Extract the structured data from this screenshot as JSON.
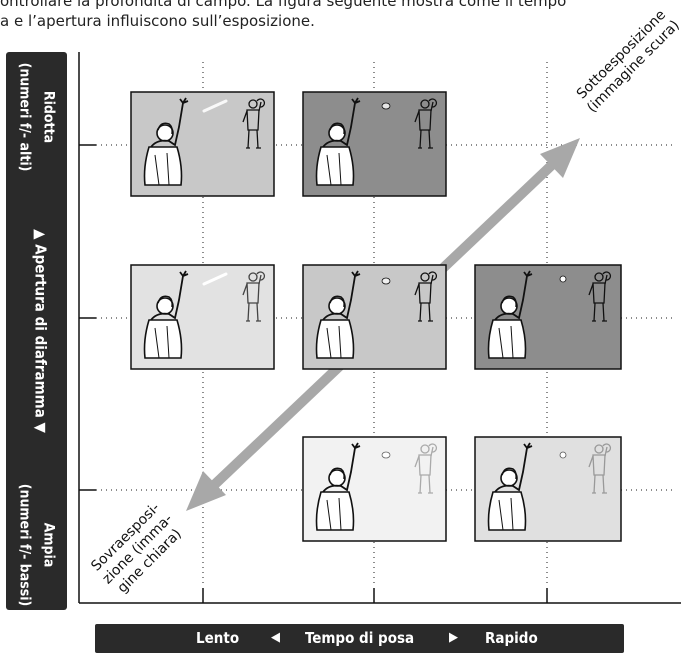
{
  "intro": {
    "line1": "ontrollare la profondità di campo. La figura seguente mostra come il tempo",
    "line2": "a e l’apertura influiscono sull’esposizione."
  },
  "y_axis": {
    "top_label": "Ridotta",
    "top_sublabel": "(numeri f/- alti)",
    "title": "▲  Apertura di diaframma  ▼",
    "bottom_label": "Ampia",
    "bottom_sublabel": "(numeri f/- bassi)"
  },
  "x_axis": {
    "left_label": "Lento",
    "left_arrow": "◀",
    "title": "Tempo di posa",
    "right_arrow": "▶",
    "right_label": "Rapido"
  },
  "annotations": {
    "under_line1": "Sottoesposizione",
    "under_line2": "(immagine scura)",
    "over_line1": "Sovraesposi-",
    "over_line2": "zione (imma-",
    "over_line3": "gine chiara)"
  },
  "colors": {
    "panel_dark": "#2a2a2a",
    "arrow": "#a8a8a8"
  },
  "frames": [
    {
      "row": "Ridotta",
      "col": "Lento",
      "brightness": "normale",
      "ball": "sfocata"
    },
    {
      "row": "Ridotta",
      "col": "Medio",
      "brightness": "scura",
      "ball": "nitida"
    },
    {
      "row": "Apertura media",
      "col": "Lento",
      "brightness": "chiara",
      "ball": "sfocata"
    },
    {
      "row": "Apertura media",
      "col": "Medio",
      "brightness": "normale",
      "ball": "nitida"
    },
    {
      "row": "Apertura media",
      "col": "Rapido",
      "brightness": "scura",
      "ball": "ferma"
    },
    {
      "row": "Ampia",
      "col": "Medio",
      "brightness": "molto chiara",
      "ball": "nitida"
    },
    {
      "row": "Ampia",
      "col": "Rapido",
      "brightness": "chiara",
      "ball": "ferma"
    }
  ]
}
